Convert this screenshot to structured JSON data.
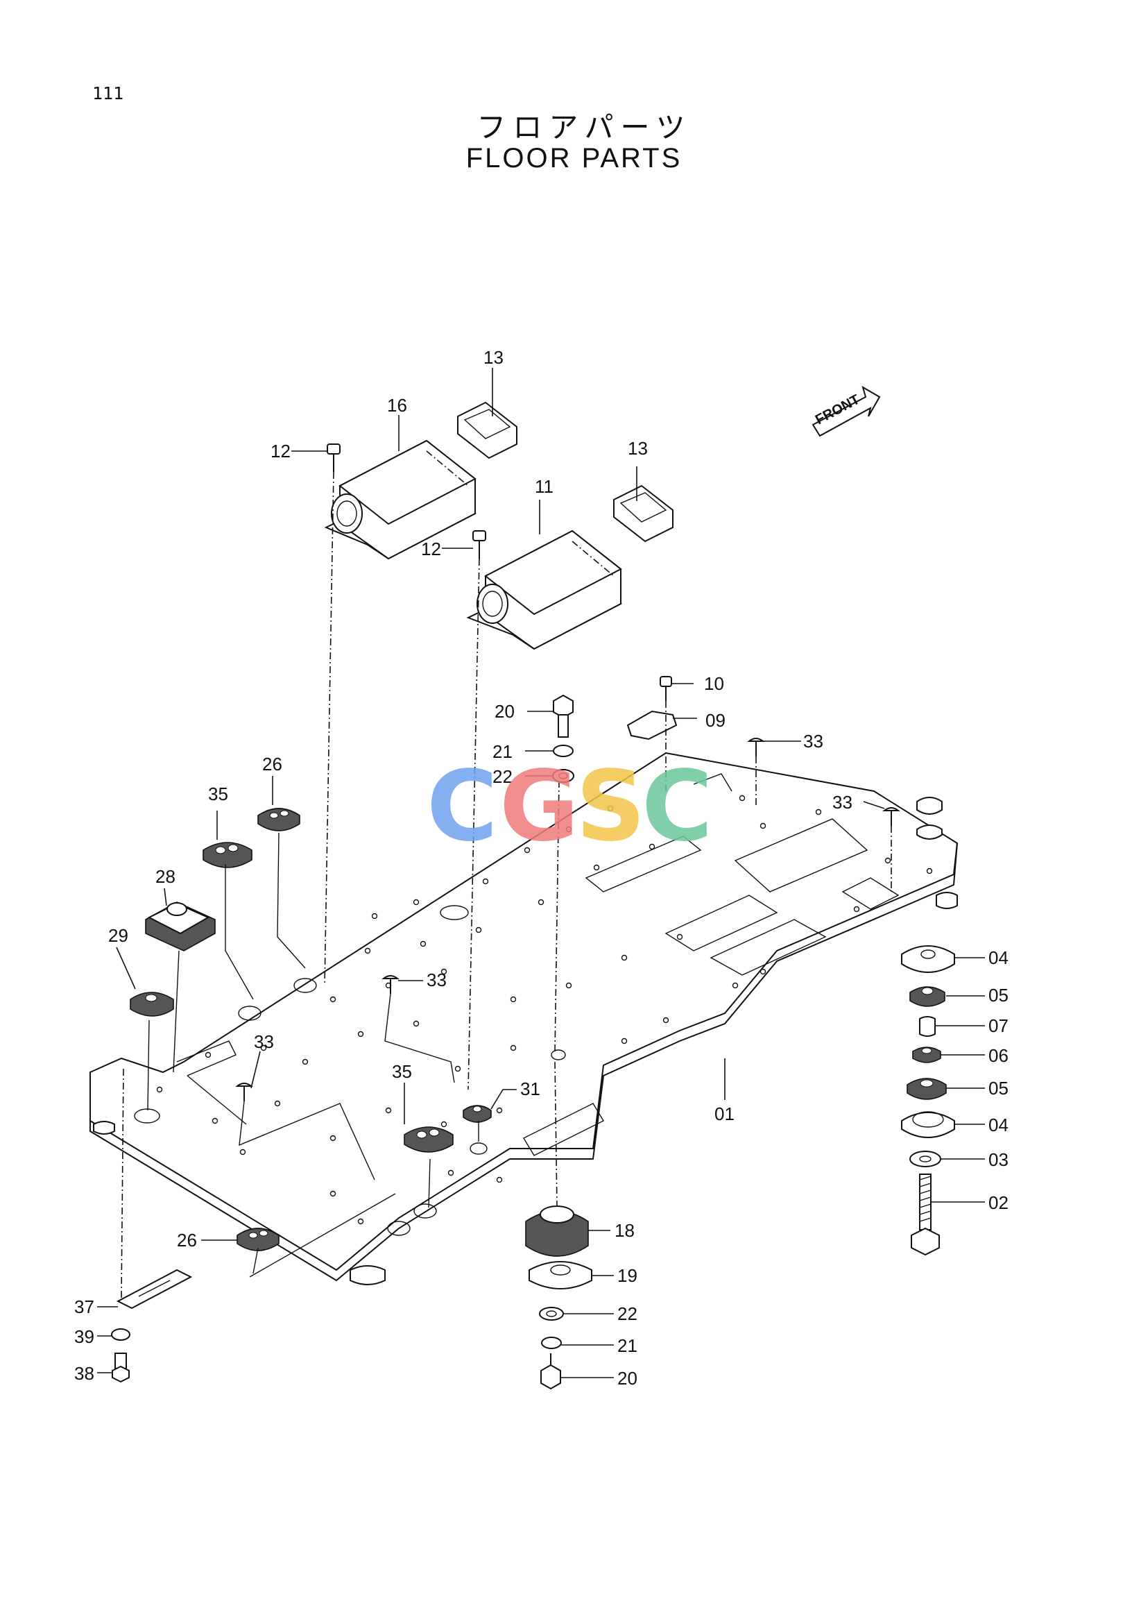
{
  "page": {
    "number": "111",
    "title_jp": "フロアパーツ",
    "title_en": "FLOOR PARTS"
  },
  "front_marker": "FRONT",
  "watermark": {
    "letters": [
      "C",
      "G",
      "S",
      "C"
    ],
    "colors": [
      "#6fa3ef",
      "#ef7b7b",
      "#f3c64a",
      "#6cc79a"
    ]
  },
  "callouts": [
    {
      "id": "c13a",
      "label": "13"
    },
    {
      "id": "c16",
      "label": "16"
    },
    {
      "id": "c12a",
      "label": "12"
    },
    {
      "id": "c13b",
      "label": "13"
    },
    {
      "id": "c11",
      "label": "11"
    },
    {
      "id": "c12b",
      "label": "12"
    },
    {
      "id": "c10",
      "label": "10"
    },
    {
      "id": "c20a",
      "label": "20"
    },
    {
      "id": "c09",
      "label": "09"
    },
    {
      "id": "c21a",
      "label": "21"
    },
    {
      "id": "c33a",
      "label": "33"
    },
    {
      "id": "c22a",
      "label": "22"
    },
    {
      "id": "c26a",
      "label": "26"
    },
    {
      "id": "c35a",
      "label": "35"
    },
    {
      "id": "c33b",
      "label": "33"
    },
    {
      "id": "c28",
      "label": "28"
    },
    {
      "id": "c29",
      "label": "29"
    },
    {
      "id": "c04a",
      "label": "04"
    },
    {
      "id": "c33c",
      "label": "33"
    },
    {
      "id": "c05a",
      "label": "05"
    },
    {
      "id": "c07",
      "label": "07"
    },
    {
      "id": "c33d",
      "label": "33"
    },
    {
      "id": "c06",
      "label": "06"
    },
    {
      "id": "c35b",
      "label": "35"
    },
    {
      "id": "c31",
      "label": "31"
    },
    {
      "id": "c05b",
      "label": "05"
    },
    {
      "id": "c01",
      "label": "01"
    },
    {
      "id": "c04b",
      "label": "04"
    },
    {
      "id": "c03",
      "label": "03"
    },
    {
      "id": "c02",
      "label": "02"
    },
    {
      "id": "c18",
      "label": "18"
    },
    {
      "id": "c26b",
      "label": "26"
    },
    {
      "id": "c19",
      "label": "19"
    },
    {
      "id": "c37",
      "label": "37"
    },
    {
      "id": "c22b",
      "label": "22"
    },
    {
      "id": "c39",
      "label": "39"
    },
    {
      "id": "c21b",
      "label": "21"
    },
    {
      "id": "c38",
      "label": "38"
    },
    {
      "id": "c20b",
      "label": "20"
    }
  ]
}
